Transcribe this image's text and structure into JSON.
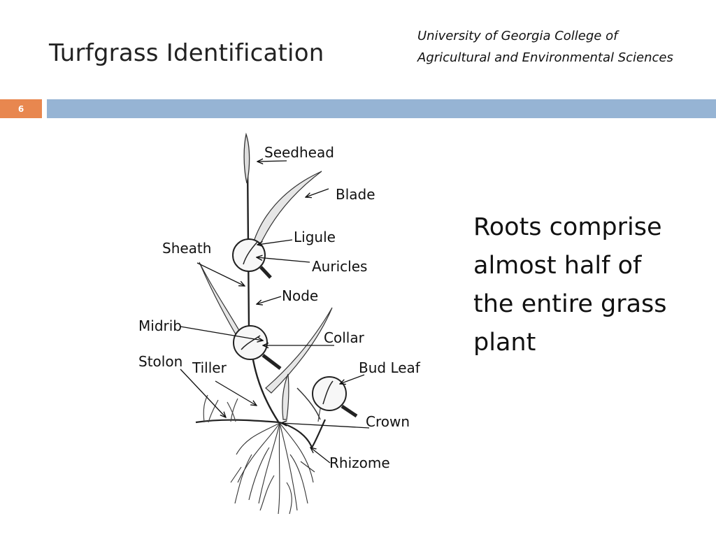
{
  "header": {
    "title": "Turfgrass Identification",
    "institution_lines": [
      "University of Georgia College of",
      "Agricultural and Environmental Sciences"
    ],
    "page_number": "6",
    "colors": {
      "badge": "#e8874f",
      "bar": "#96b4d4"
    }
  },
  "diagram": {
    "labels": {
      "seedhead": "Seedhead",
      "blade": "Blade",
      "ligule": "Ligule",
      "sheath": "Sheath",
      "auricles": "Auricles",
      "node": "Node",
      "midrib": "Midrib",
      "collar": "Collar",
      "stolon": "Stolon",
      "tiller": "Tiller",
      "bud_leaf": "Bud Leaf",
      "crown": "Crown",
      "rhizome": "Rhizome"
    }
  },
  "fact": {
    "lines": [
      "Roots comprise",
      "almost half of",
      "the entire grass",
      "plant"
    ]
  }
}
